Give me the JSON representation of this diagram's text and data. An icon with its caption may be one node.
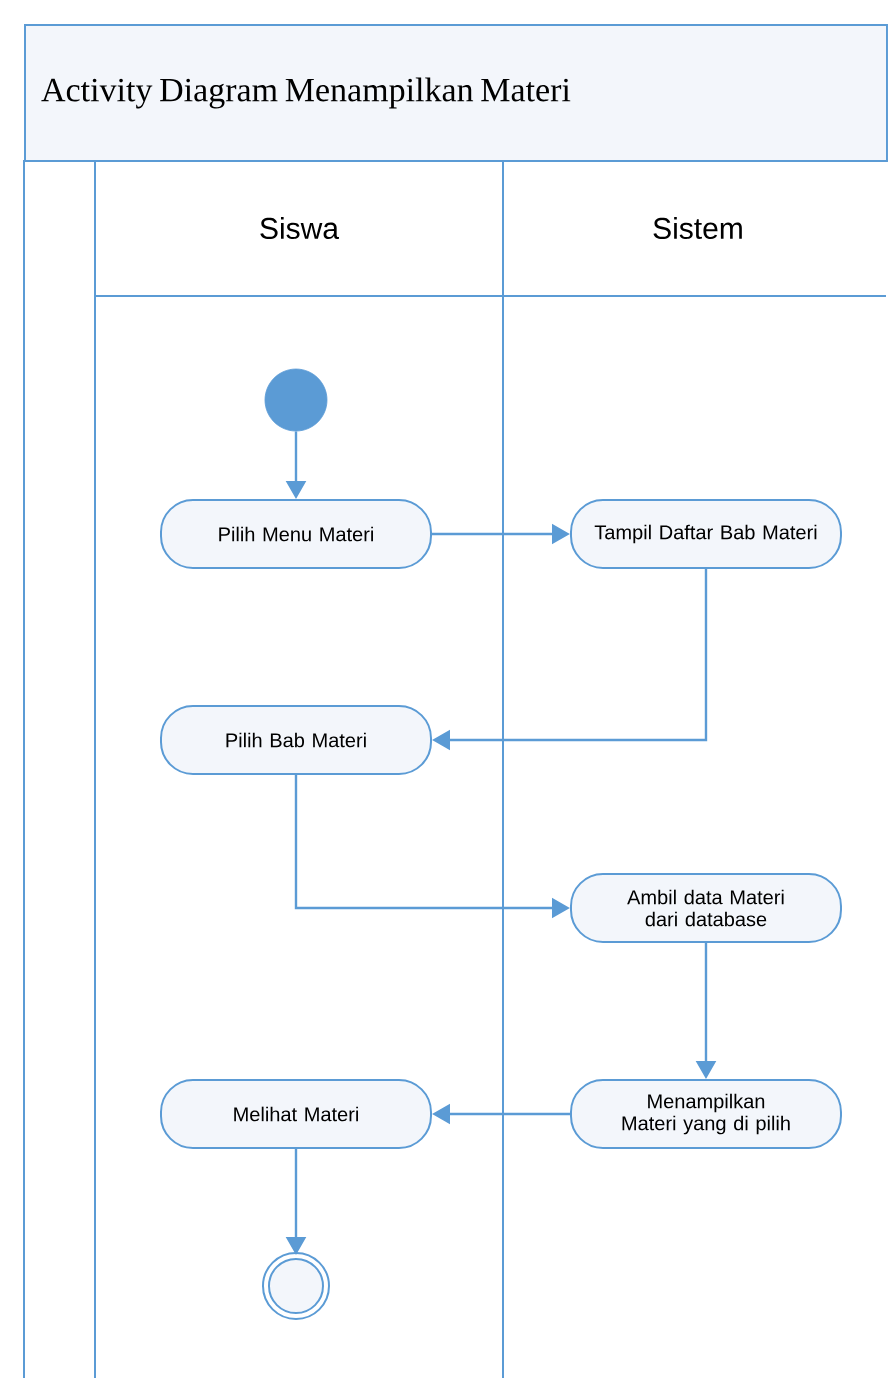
{
  "diagram": {
    "title": "Activity Diagram Menampilkan Materi",
    "nodes": [
      {
        "text": [
          "Siswa"
        ]
      },
      {
        "text": [
          "Sistem"
        ]
      },
      {
        "text": [],
        "shape": "circle",
        "in": 0
      },
      {
        "text": [
          "Pilih Menu Materi"
        ],
        "in": 0
      },
      {
        "text": [
          "Tampil Daftar Bab Materi"
        ],
        "in": 1
      },
      {
        "text": [
          "Pilih Bab Materi"
        ],
        "in": 0
      },
      {
        "text": [
          "Ambil data Materi dari database"
        ],
        "in": 1
      },
      {
        "text": [
          "Menampilkan Materi yang di pilih"
        ],
        "in": 1
      },
      {
        "text": [
          "Melihat Materi"
        ],
        "in": 0
      },
      {
        "text": [],
        "shape": "circle",
        "in": 0
      }
    ],
    "edges": [
      {
        "from": 2,
        "to": 3,
        "arrow": "to"
      },
      {
        "from": 3,
        "to": 4,
        "arrow": "to"
      },
      {
        "from": 4,
        "to": 5,
        "arrow": "to"
      },
      {
        "from": 5,
        "to": 6,
        "arrow": "to"
      },
      {
        "from": 6,
        "to": 7,
        "arrow": "to"
      },
      {
        "from": 7,
        "to": 8,
        "arrow": "to"
      },
      {
        "from": 8,
        "to": 9,
        "arrow": "to"
      }
    ]
  }
}
